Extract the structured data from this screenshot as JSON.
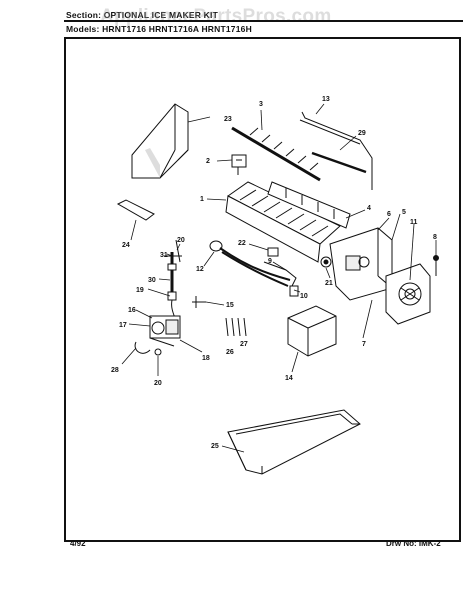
{
  "header": {
    "section_label": "Section:",
    "section_value": "OPTIONAL ICE MAKER KIT",
    "models_label": "Models:",
    "models_value": "HRNT1716   HRNT1716A   HRNT1716H"
  },
  "watermark": "AppliancePartsPros.com",
  "footer": {
    "date": "4/92",
    "drawing_label": "Drw No:",
    "drawing_value": "IMK-2"
  },
  "callouts": [
    {
      "id": "c1",
      "text": "1"
    },
    {
      "id": "c2",
      "text": "2"
    },
    {
      "id": "c3",
      "text": "3"
    },
    {
      "id": "c4",
      "text": "4"
    },
    {
      "id": "c5",
      "text": "5"
    },
    {
      "id": "c6",
      "text": "6"
    },
    {
      "id": "c7",
      "text": "7"
    },
    {
      "id": "c8",
      "text": "8"
    },
    {
      "id": "c9",
      "text": "9"
    },
    {
      "id": "c10",
      "text": "10"
    },
    {
      "id": "c11",
      "text": "11"
    },
    {
      "id": "c12",
      "text": "12"
    },
    {
      "id": "c13",
      "text": "13"
    },
    {
      "id": "c14",
      "text": "14"
    },
    {
      "id": "c15",
      "text": "15"
    },
    {
      "id": "c16",
      "text": "16"
    },
    {
      "id": "c17",
      "text": "17"
    },
    {
      "id": "c18",
      "text": "18"
    },
    {
      "id": "c19",
      "text": "19"
    },
    {
      "id": "c20a",
      "text": "20"
    },
    {
      "id": "c20b",
      "text": "20"
    },
    {
      "id": "c21",
      "text": "21"
    },
    {
      "id": "c22",
      "text": "22"
    },
    {
      "id": "c23",
      "text": "23"
    },
    {
      "id": "c24",
      "text": "24"
    },
    {
      "id": "c25",
      "text": "25"
    },
    {
      "id": "c26",
      "text": "26"
    },
    {
      "id": "c27",
      "text": "27"
    },
    {
      "id": "c28",
      "text": "28"
    },
    {
      "id": "c29",
      "text": "29"
    },
    {
      "id": "c30",
      "text": "30"
    },
    {
      "id": "c31",
      "text": "31"
    }
  ]
}
